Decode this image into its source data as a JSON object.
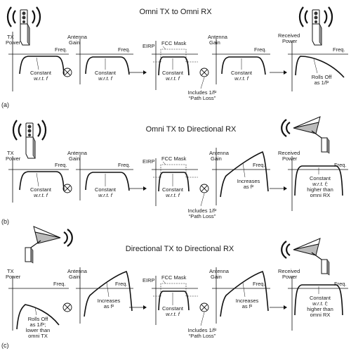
{
  "panels": [
    {
      "title": "Omni TX to Omni RX",
      "tag": "(a)",
      "tx": {
        "axis": [
          "TX",
          "Power"
        ],
        "freq": "Freq.",
        "note": [
          "Constant",
          "w.r.t. f"
        ]
      },
      "tx_antenna": {
        "axis": [
          "Antenna",
          "Gain"
        ],
        "freq": "Freq.",
        "note": [
          "Constant",
          "w.r.t. f"
        ]
      },
      "eirp": {
        "axis": "EIRP",
        "mask": "FCC Mask",
        "note": [
          "Constant",
          "w.r.t. f"
        ]
      },
      "rx_antenna": {
        "axis": [
          "Antenna",
          "Gain"
        ],
        "freq": "Freq.",
        "note": [
          "Constant",
          "w.r.t. f"
        ]
      },
      "path_loss": [
        "Includes 1/f²",
        "“Path Loss”"
      ],
      "received": {
        "axis": [
          "Received",
          "Power"
        ],
        "freq": "Freq.",
        "note": [
          "Rolls Off",
          "as 1/f²"
        ]
      }
    },
    {
      "title": "Omni TX to Directional RX",
      "tag": "(b)",
      "tx": {
        "axis": [
          "TX",
          "Power"
        ],
        "freq": "Freq.",
        "note": [
          "Constant",
          "w.r.t. f"
        ]
      },
      "tx_antenna": {
        "axis": [
          "Antenna",
          "Gain"
        ],
        "freq": "Freq.",
        "note": [
          "Constant",
          "w.r.t. f"
        ]
      },
      "eirp": {
        "axis": "EIRP",
        "mask": "FCC Mask",
        "note": [
          "Constant",
          "w.r.t. f"
        ]
      },
      "rx_antenna": {
        "axis": [
          "Antenna",
          "Gain"
        ],
        "freq": "Freq.",
        "note": [
          "Increases",
          "as f²"
        ]
      },
      "path_loss": [
        "Includes 1/f²",
        "“Path Loss”"
      ],
      "received": {
        "axis": [
          "Received",
          "Power"
        ],
        "freq": "Freq.",
        "note": [
          "Constant",
          "w.r.t. f;",
          "higher than",
          "omni RX"
        ]
      }
    },
    {
      "title": "Directional TX to Directional RX",
      "tag": "(c)",
      "tx": {
        "axis": [
          "TX",
          "Power"
        ],
        "freq": "Freq.",
        "note": [
          "Rolls Off",
          "as 1/f²;",
          "lower than",
          "omni TX"
        ]
      },
      "tx_antenna": {
        "axis": [
          "Antenna",
          "Gain"
        ],
        "freq": "Freq.",
        "note": [
          "Increases",
          "as f²"
        ]
      },
      "eirp": {
        "axis": "EIRP",
        "mask": "FCC Mask",
        "note": [
          "Constant",
          "w.r.t. f"
        ]
      },
      "rx_antenna": {
        "axis": [
          "Antenna",
          "Gain"
        ],
        "freq": "Freq.",
        "note": [
          "Increases",
          "as f²"
        ]
      },
      "path_loss": [
        "Includes 1/f²",
        "“Path Loss”"
      ],
      "received": {
        "axis": [
          "Received",
          "Power"
        ],
        "freq": "Freq.",
        "note": [
          "Constant",
          "w.r.t. f;",
          "higher than",
          "omni RX"
        ]
      }
    }
  ],
  "icons": {
    "a": [
      "omni-antenna-icon",
      "omni-antenna-icon"
    ],
    "b": [
      "omni-antenna-icon",
      "directional-antenna-icon"
    ],
    "c": [
      "directional-antenna-icon",
      "directional-antenna-icon"
    ]
  }
}
